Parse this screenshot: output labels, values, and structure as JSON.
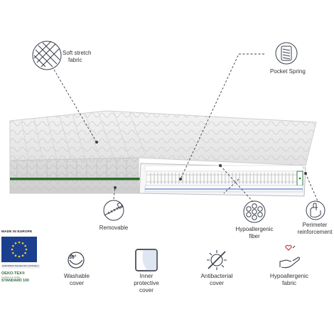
{
  "features": {
    "soft_stretch_fabric": {
      "line1": "Soft stretch",
      "line2": "fabric",
      "icon": "fabric-weave-icon"
    },
    "pocket_spring": {
      "label": "Pocket Spring",
      "icon": "pocket-spring-icon"
    },
    "removable": {
      "label": "Removable",
      "icon": "zipper-icon"
    },
    "hypoallergenic_fiber": {
      "line1": "Hypoallergenic",
      "line2": "fiber",
      "icon": "fiber-cluster-icon"
    },
    "perimeter_reinforcement": {
      "line1": "Perimeter",
      "line2": "reinforcement",
      "icon": "hand-press-icon"
    }
  },
  "benefits": [
    {
      "lines": [
        "Washable",
        "cover"
      ],
      "icon": "washing-30-icon",
      "badge": "30°"
    },
    {
      "lines": [
        "Inner",
        "protective",
        "cover"
      ],
      "icon": "inner-cover-icon"
    },
    {
      "lines": [
        "Antibacterial",
        "cover"
      ],
      "icon": "antibacterial-icon"
    },
    {
      "lines": [
        "Hypoallergenic",
        "fabric"
      ],
      "icon": "hand-heart-icon"
    }
  ],
  "certification": {
    "made_in": "MADE IN EUROPE",
    "caption": "EUROPEAN Standard EN Certification",
    "oeko_tex": "OEKO-TEX®",
    "oeko_sub": "Confidence in textiles",
    "standard": "STANDARD 100"
  },
  "colors": {
    "accent_stripe": "#2e6a2e",
    "icon_stroke": "#3a3f4a",
    "eu_blue": "#1b3f8f",
    "eu_star": "#f5d020",
    "oeko_green": "#2f6c3b"
  }
}
